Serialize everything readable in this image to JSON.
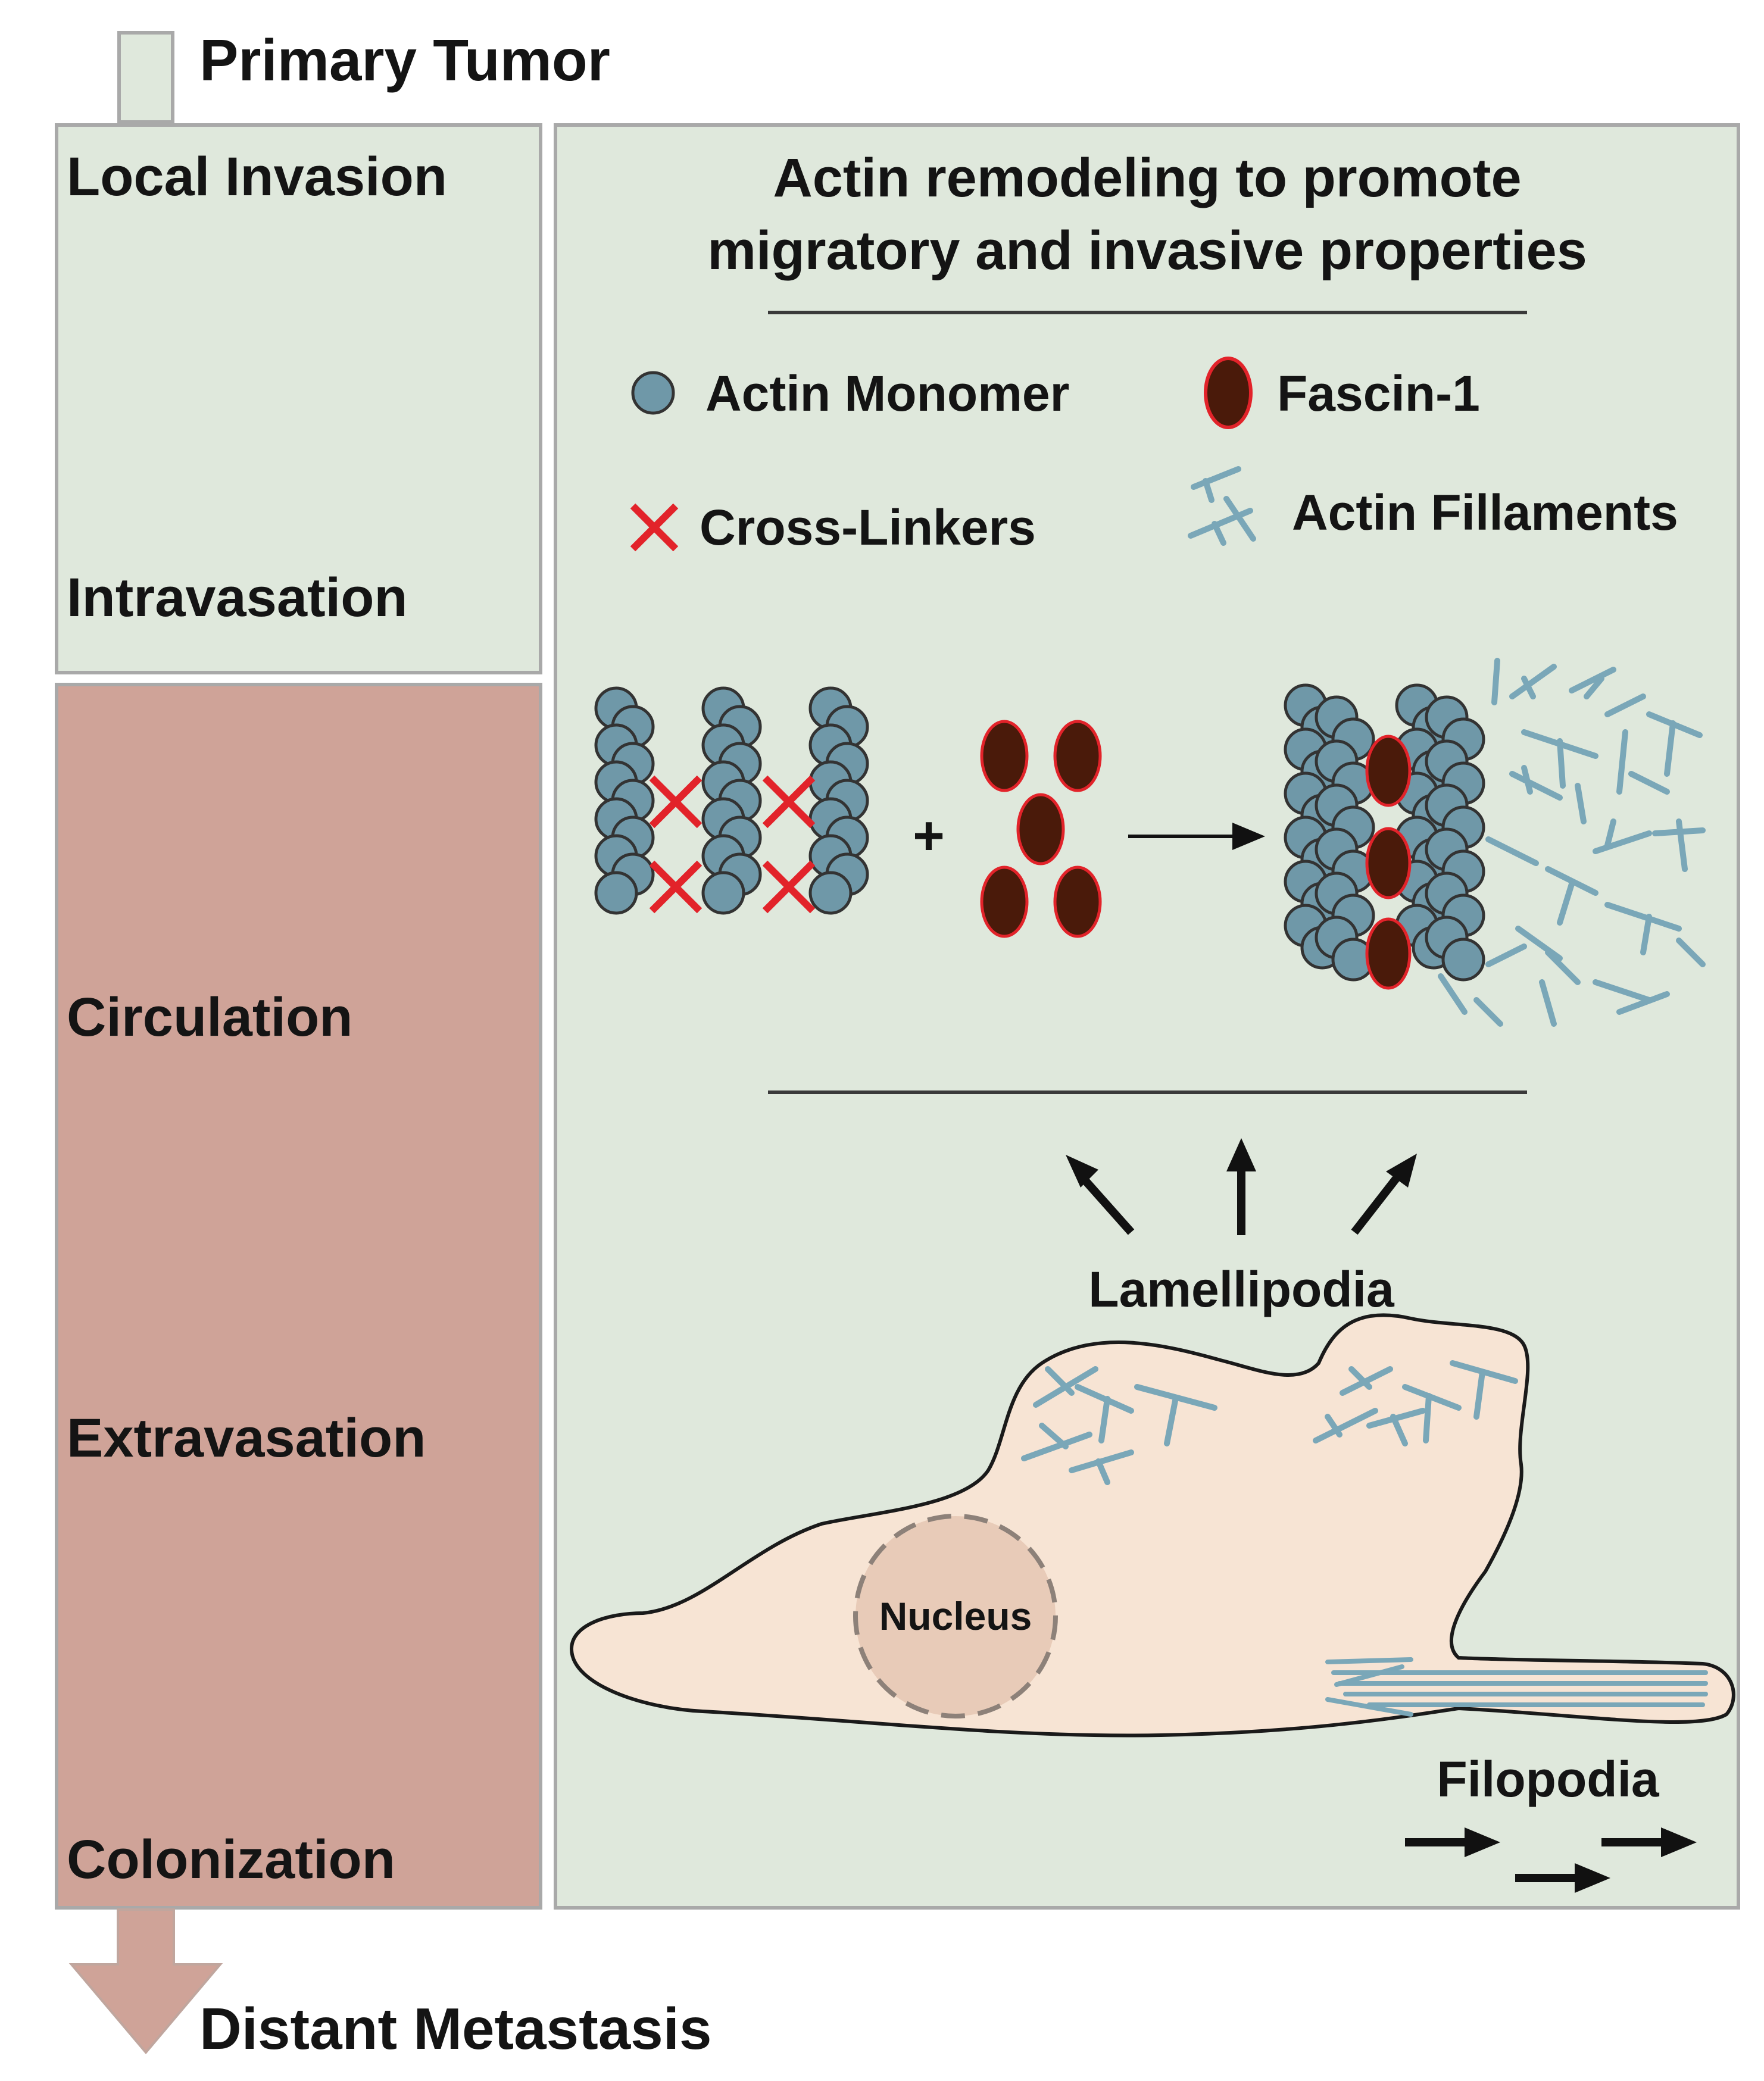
{
  "top_label": "Primary Tumor",
  "bottom_label": "Distant Metastasis",
  "stages": [
    "Local Invasion",
    "Intravasation",
    "Circulation",
    "Extravasation",
    "Colonization"
  ],
  "panel": {
    "title_line1": "Actin remodeling to promote",
    "title_line2": "migratory and invasive properties"
  },
  "legend": {
    "actin_monomer": "Actin Monomer",
    "fascin": "Fascin-1",
    "cross_linkers": "Cross-Linkers",
    "actin_filaments": "Actin Fillaments"
  },
  "plus_sign": "+",
  "cell": {
    "lamellipodia": "Lamellipodia",
    "nucleus": "Nucleus",
    "filopodia": "Filopodia"
  },
  "colors": {
    "panel_fill": "#dfe8dc",
    "early_stage_fill": "#dfe8dc",
    "late_stage_fill": "#cfa398",
    "box_border": "#a9a9a9",
    "monomer": "#6f98a8",
    "fascin": "#4a1a0a",
    "fascin_outline": "#e2232a",
    "cross_linker": "#e2232a",
    "filament": "#7aa7b8",
    "cell_fill": "#f7e4d4",
    "nucleus_fill": "#e8cbb8"
  }
}
